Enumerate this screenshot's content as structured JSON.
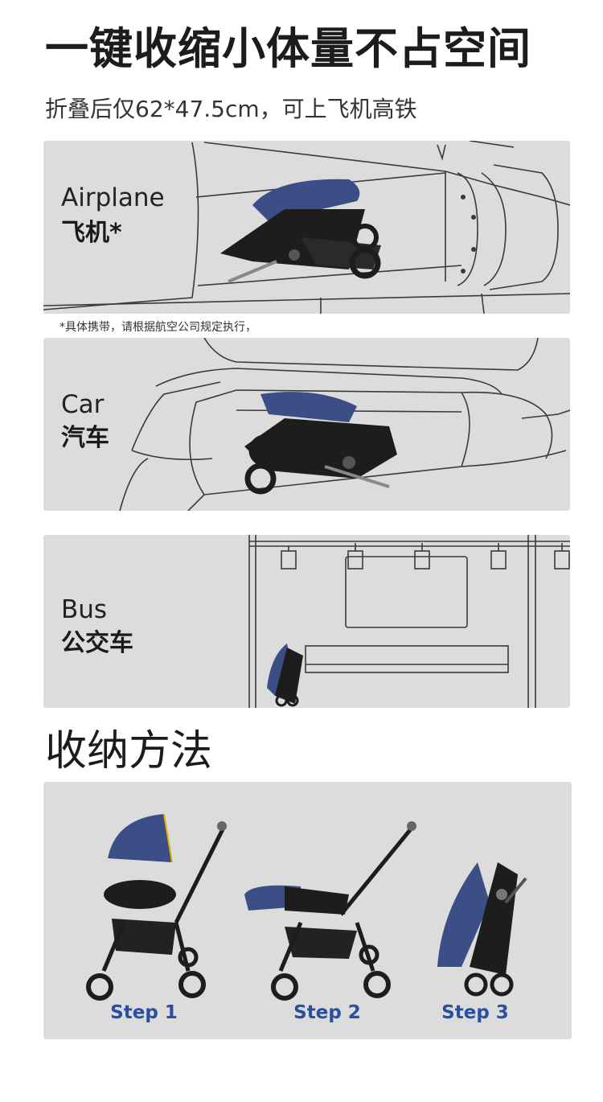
{
  "header": {
    "title": "一键收缩小体量不占空间",
    "subtitle": "折叠后仅62*47.5cm，可上飞机高铁"
  },
  "scenes": [
    {
      "id": "airplane",
      "label_en": "Airplane",
      "label_cn": "飞机*"
    },
    {
      "id": "car",
      "label_en": "Car",
      "label_cn": "汽车"
    },
    {
      "id": "bus",
      "label_en": "Bus",
      "label_cn": "公交车"
    }
  ],
  "footnote": "*具体携带，请根据航空公司规定执行，",
  "storage": {
    "title": "收纳方法",
    "steps": [
      "Step 1",
      "Step 2",
      "Step 3"
    ]
  },
  "colors": {
    "panel_bg": "#dcdcdc",
    "line": "#3a3a3a",
    "stroller_blue": "#3b4f86",
    "frame_black": "#1d1d1d",
    "step_blue": "#2a4f9e"
  }
}
